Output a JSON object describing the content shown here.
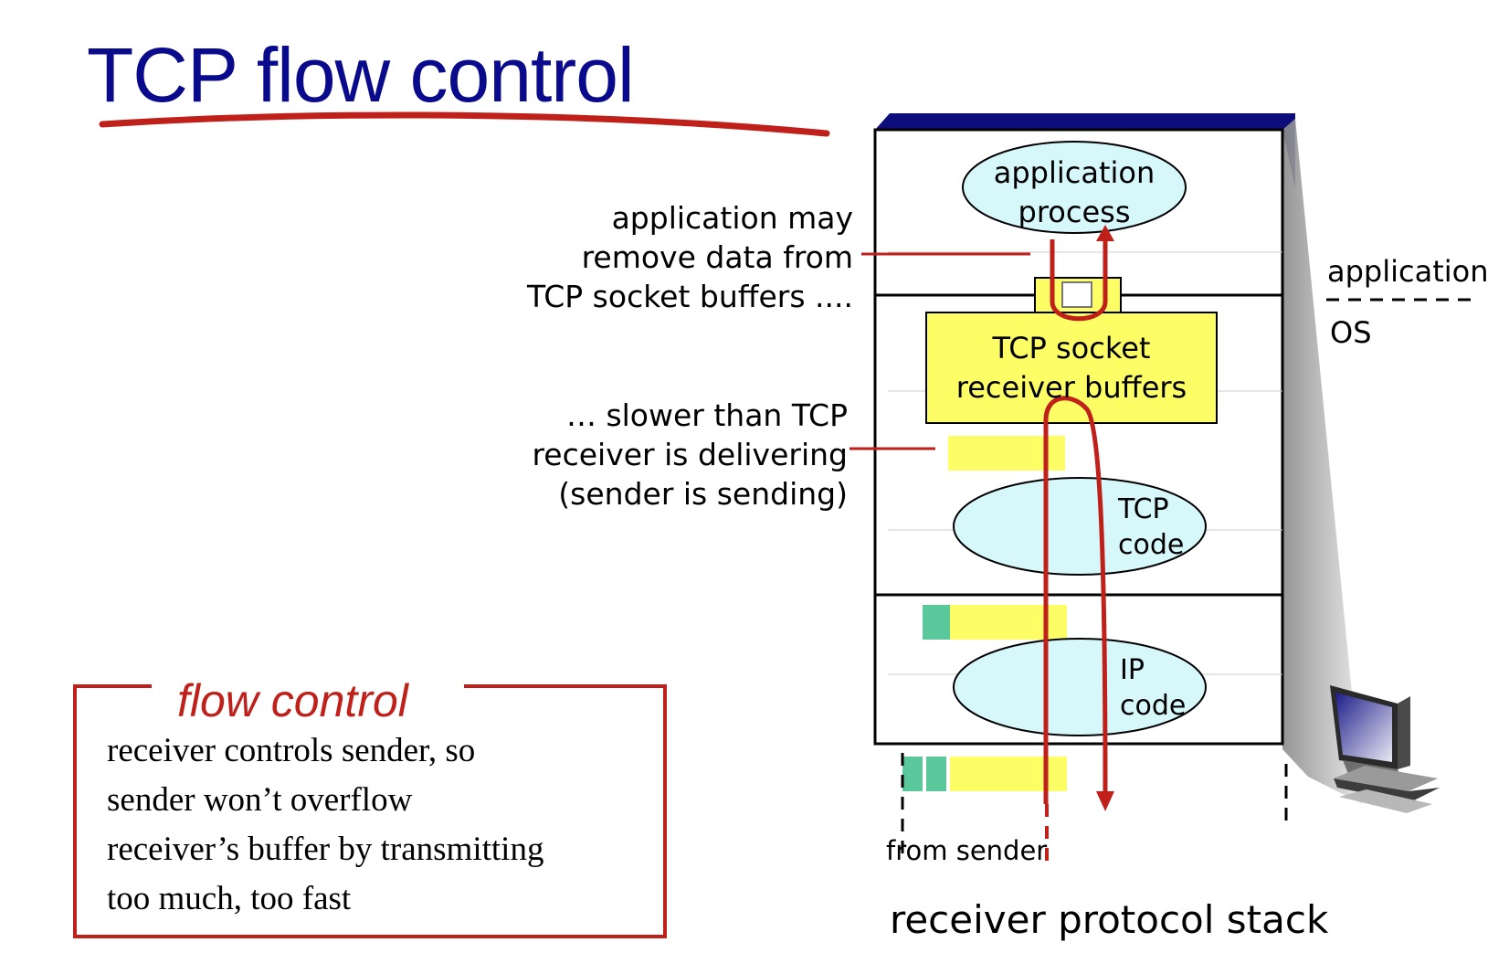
{
  "title": "TCP flow control",
  "notes": {
    "remove": [
      "application may",
      "remove data from",
      "TCP socket buffers ...."
    ],
    "slower": [
      "… slower than TCP",
      "receiver is delivering",
      "(sender is sending)"
    ]
  },
  "stack": {
    "app_process": [
      "application",
      "process"
    ],
    "socket_buffers": [
      "TCP socket",
      "receiver buffers"
    ],
    "tcp_code": [
      "TCP",
      "code"
    ],
    "ip_code": [
      "IP",
      "code"
    ],
    "layer_app": "application",
    "layer_os": "OS",
    "from_sender": "from sender",
    "caption": "receiver protocol stack"
  },
  "flow_box": {
    "title": "flow control",
    "lines": [
      "receiver controls sender, so",
      "sender won’t overflow",
      "receiver’s buffer by transmitting",
      "too much, too fast"
    ]
  },
  "colors": {
    "title": "#0a0a8c",
    "accent_red": "#c0201a",
    "ellipse_fill": "#d7f8fb",
    "buffer_yellow": "#fdfd66",
    "segment_green": "#5ac89a",
    "dark_blue": "#0c0c7a"
  }
}
